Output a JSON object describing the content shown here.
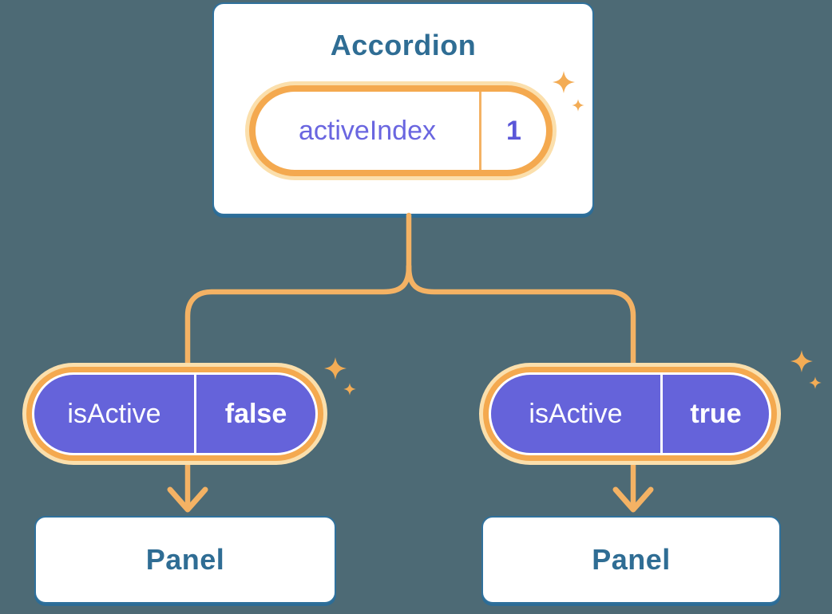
{
  "accordion": {
    "title": "Accordion",
    "state": {
      "name": "activeIndex",
      "value": "1"
    }
  },
  "children": [
    {
      "prop": {
        "name": "isActive",
        "value": "false"
      },
      "panel": {
        "title": "Panel"
      }
    },
    {
      "prop": {
        "name": "isActive",
        "value": "true"
      },
      "panel": {
        "title": "Panel"
      }
    }
  ],
  "icons": {
    "sparkle-icon": "✦"
  },
  "colors": {
    "bg": "#4D6A75",
    "box-border": "#30719C",
    "box-border-bottom": "#2C6C96",
    "title": "#2F6D94",
    "purple": "#6563DA",
    "purple-text": "#6A66E0",
    "purple-value": "#5A56D8",
    "orange": "#F4A94F",
    "cream": "#FBDFAC",
    "line": "#F4B264",
    "sparkle": "#F3AC55"
  }
}
